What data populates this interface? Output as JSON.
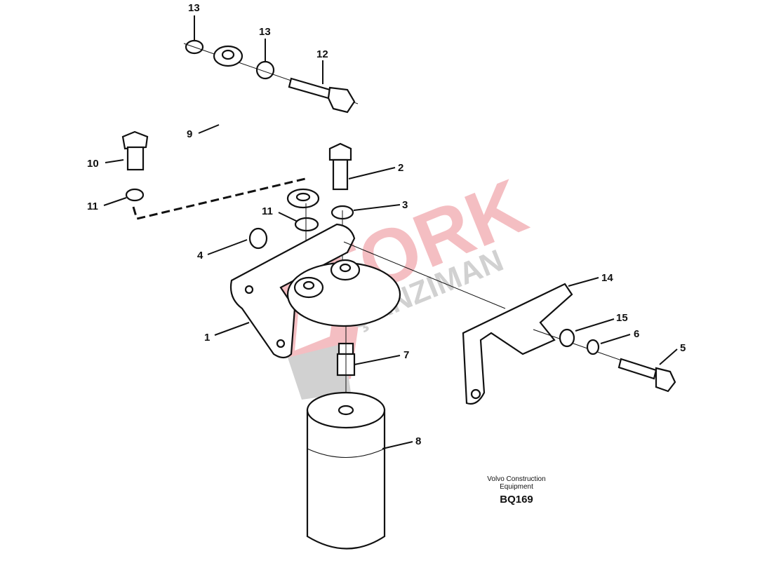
{
  "diagram": {
    "callouts": [
      {
        "label": "13",
        "part": "washer-top"
      },
      {
        "label": "13",
        "part": "washer-mid"
      },
      {
        "label": "12",
        "part": "banjo-bolt"
      },
      {
        "label": "9",
        "part": "oil-pipe"
      },
      {
        "label": "10",
        "part": "plug-screw"
      },
      {
        "label": "11",
        "part": "seal-ring-left"
      },
      {
        "label": "2",
        "part": "bolt"
      },
      {
        "label": "3",
        "part": "washer"
      },
      {
        "label": "11",
        "part": "seal-ring-center"
      },
      {
        "label": "4",
        "part": "o-ring"
      },
      {
        "label": "1",
        "part": "filter-bracket"
      },
      {
        "label": "14",
        "part": "mounting-bracket"
      },
      {
        "label": "15",
        "part": "washer-right"
      },
      {
        "label": "6",
        "part": "lock-washer"
      },
      {
        "label": "5",
        "part": "screw"
      },
      {
        "label": "7",
        "part": "nipple"
      },
      {
        "label": "8",
        "part": "oil-filter"
      }
    ],
    "credit_line1": "Volvo Construction",
    "credit_line2": "Equipment",
    "code": "BQ169",
    "watermark": "TORK ŞANZIMAN",
    "watermark_colors": {
      "red": "#e8707a",
      "gray": "#9a9a9a"
    }
  }
}
